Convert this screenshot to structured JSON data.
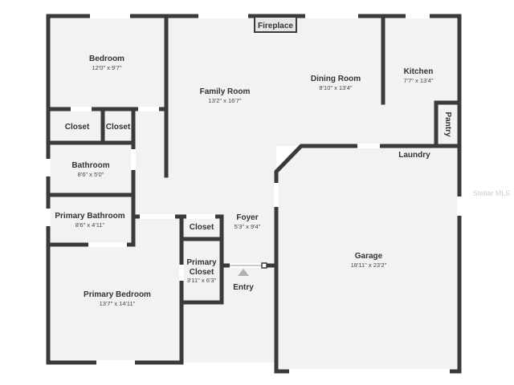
{
  "colors": {
    "wall": "#3a3a3a",
    "floor": "#f2f2f2",
    "window": "#ffffff",
    "watermark": "#c9ced6"
  },
  "rooms": {
    "bedroom": {
      "name": "Bedroom",
      "dims": "12'0\" x 9'7\""
    },
    "family_room": {
      "name": "Family Room",
      "dims": "13'2\" x 16'7\""
    },
    "dining_room": {
      "name": "Dining Room",
      "dims": "8'10\" x 13'4\""
    },
    "kitchen": {
      "name": "Kitchen",
      "dims": "7'7\" x 13'4\""
    },
    "bathroom": {
      "name": "Bathroom",
      "dims": "8'6\" x 5'0\""
    },
    "primary_bathroom": {
      "name": "Primary Bathroom",
      "dims": "8'6\" x 4'11\""
    },
    "foyer": {
      "name": "Foyer",
      "dims": "5'3\" x 9'4\""
    },
    "garage": {
      "name": "Garage",
      "dims": "18'11\" x 23'2\""
    },
    "primary_closet": {
      "name_line1": "Primary",
      "name_line2": "Closet",
      "dims": "3'11\" x 6'3\""
    },
    "primary_bedroom": {
      "name": "Primary Bedroom",
      "dims": "13'7\" x 14'11\""
    }
  },
  "labels": {
    "closet_1": "Closet",
    "closet_2": "Closet",
    "closet_3": "Closet",
    "fireplace": "Fireplace",
    "pantry": "Pantry",
    "laundry": "Laundry",
    "entry": "Entry"
  },
  "watermark": "Stellar MLS"
}
